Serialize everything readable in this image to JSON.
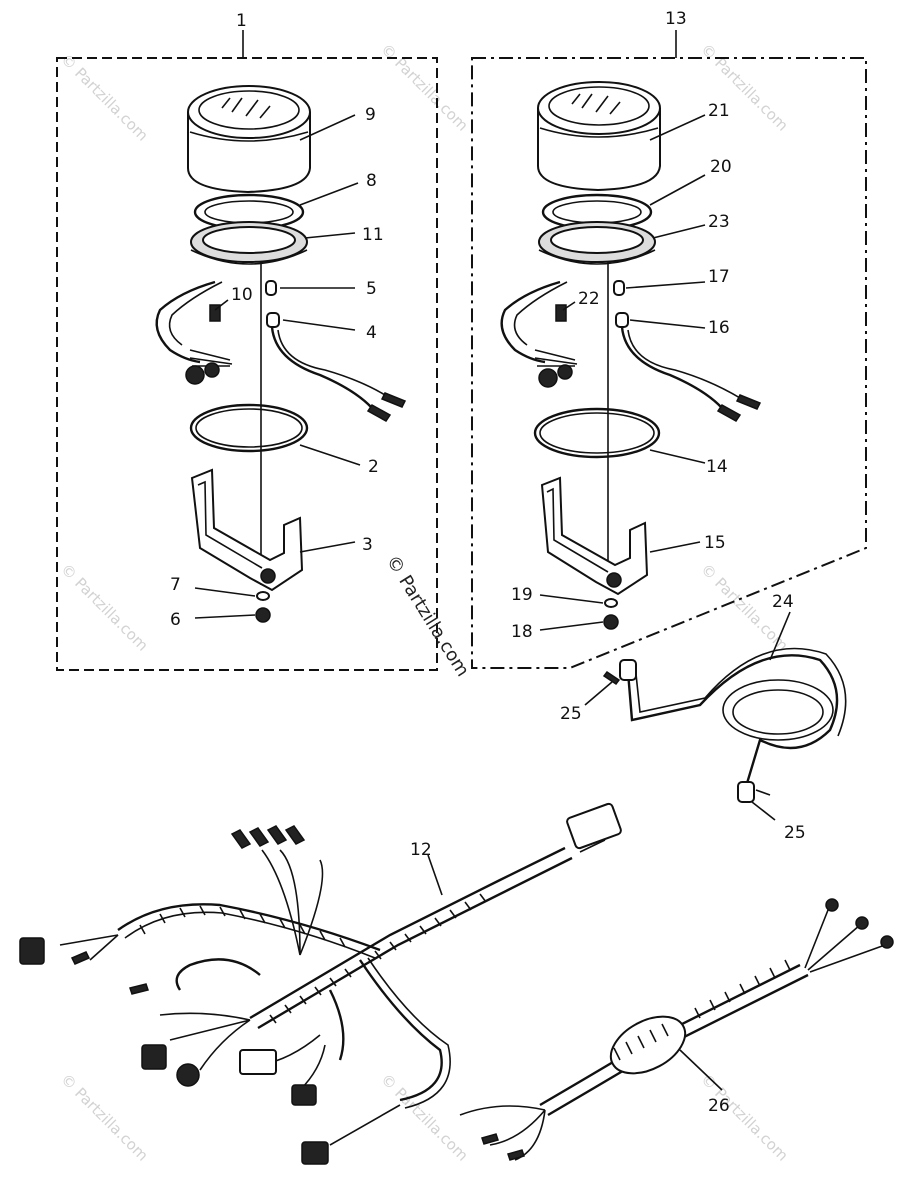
{
  "diagram": {
    "watermark_text": "© Partzilla.com",
    "callouts": {
      "c1": "1",
      "c2": "2",
      "c3": "3",
      "c4": "4",
      "c5": "5",
      "c6": "6",
      "c7": "7",
      "c8": "8",
      "c9": "9",
      "c10": "10",
      "c11": "11",
      "c12": "12",
      "c13": "13",
      "c14": "14",
      "c15": "15",
      "c16": "16",
      "c17": "17",
      "c18": "18",
      "c19": "19",
      "c20": "20",
      "c21": "21",
      "c22": "22",
      "c23": "23",
      "c24": "24",
      "c25a": "25",
      "c25b": "25",
      "c26": "26"
    }
  }
}
